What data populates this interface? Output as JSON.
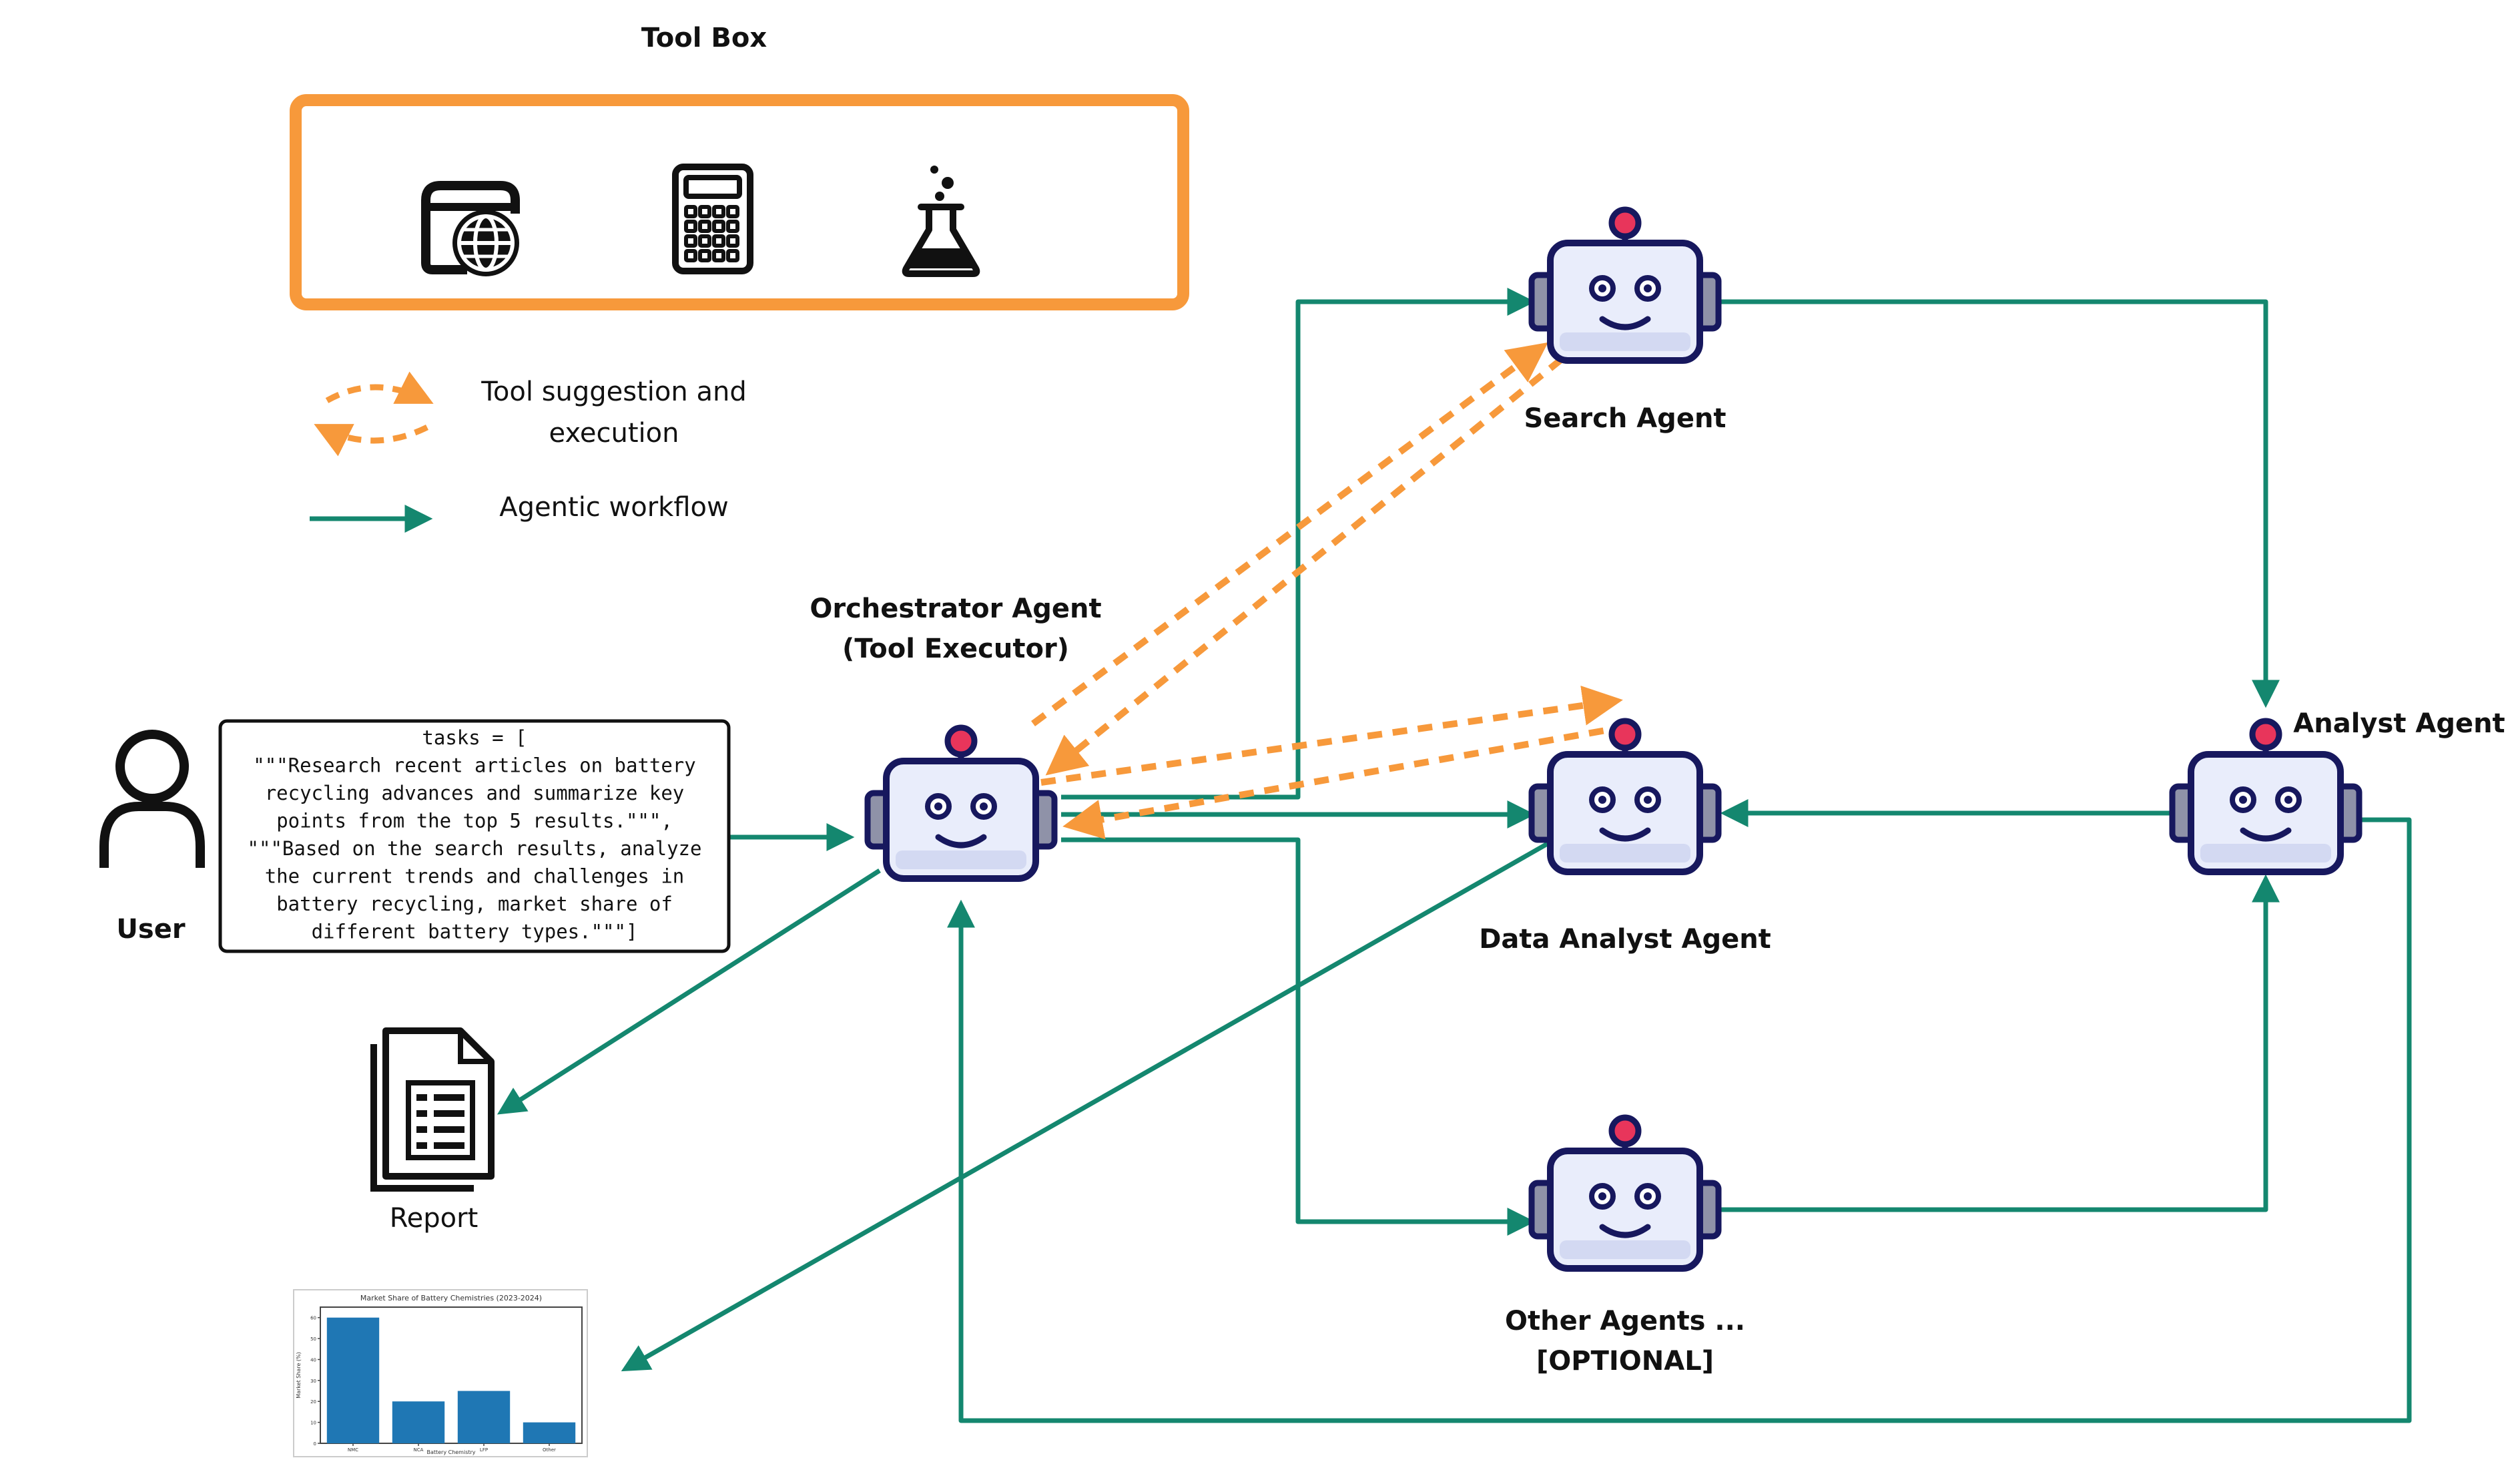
{
  "toolbox": {
    "title": "Tool Box",
    "tools": [
      {
        "icon": "web-search-icon"
      },
      {
        "icon": "calculator-icon"
      },
      {
        "icon": "flask-icon"
      }
    ]
  },
  "legend": {
    "tool_line1": "Tool suggestion and",
    "tool_line2": "execution",
    "workflow": "Agentic workflow"
  },
  "user": {
    "label": "User",
    "icon": "user-icon"
  },
  "task_box": {
    "lines": [
      "tasks = [",
      "\"\"\"Research recent articles on battery",
      "recycling advances and summarize key",
      "points from the top 5 results.\"\"\",",
      "\"\"\"Based on the search results, analyze",
      "the current trends and challenges in",
      "battery recycling, market share of",
      "different battery types.\"\"\"]"
    ]
  },
  "orchestrator": {
    "line1": "Orchestrator Agent",
    "line2": "(Tool Executor)"
  },
  "search_agent": {
    "label": "Search  Agent"
  },
  "data_analyst_agent": {
    "label": "Data Analyst Agent"
  },
  "analyst_agent": {
    "label": "Analyst Agent"
  },
  "other_agents": {
    "line1": "Other Agents ...",
    "line2": "[OPTIONAL]"
  },
  "report": {
    "label": "Report",
    "icon": "report-document-icon"
  },
  "colors": {
    "orange": "#f7993b",
    "teal": "#14876f",
    "robot_fill": "#e9edfb",
    "robot_stroke": "#17185e",
    "robot_ear": "#8f92a8",
    "antenna": "#e8355b"
  },
  "chart_data": {
    "type": "bar",
    "title": "Market Share of Battery Chemistries (2023-2024)",
    "xlabel": "Battery Chemistry",
    "ylabel": "Market Share (%)",
    "categories": [
      "NMC",
      "NCA",
      "LFP",
      "Other"
    ],
    "values": [
      60,
      20,
      25,
      10
    ],
    "ylim": [
      0,
      65
    ],
    "yticks": [
      0,
      10,
      20,
      30,
      40,
      50,
      60
    ],
    "color": "#1f77b4"
  }
}
